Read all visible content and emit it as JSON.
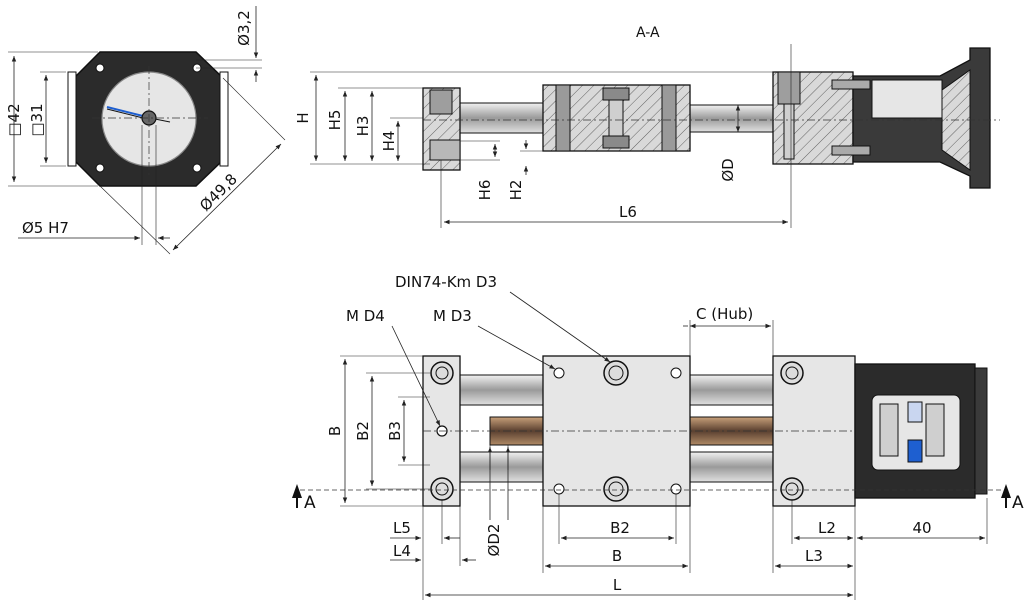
{
  "section_label": "A-A",
  "labels": {
    "phi_3_2": "Ø3,2",
    "sq_42": "□42",
    "sq_31": "□31",
    "phi_49_8": "Ø49,8",
    "phi_5_h7": "Ø5 H7",
    "H": "H",
    "H5": "H5",
    "H3": "H3",
    "H4": "H4",
    "H6": "H6",
    "H2": "H2",
    "phi_D": "ØD",
    "L6": "L6",
    "din74": "DIN74-Km D3",
    "m_d4": "M D4",
    "m_d3": "M D3",
    "c_hub": "C (Hub)",
    "B": "B",
    "B2_left": "B2",
    "B3": "B3",
    "A_left": "A",
    "A_right": "A",
    "L5": "L5",
    "L4": "L4",
    "phi_D2": "ØD2",
    "B2_bottom": "B2",
    "B_bottom": "B",
    "L2": "L2",
    "dim_40": "40",
    "L3": "L3",
    "L": "L"
  },
  "colors": {
    "housing_dark": "#2b2b2b",
    "plate_light": "#e6e6e6",
    "rod_grey": "#bfbfbf",
    "coupling_blue": "#1e5fd0"
  }
}
